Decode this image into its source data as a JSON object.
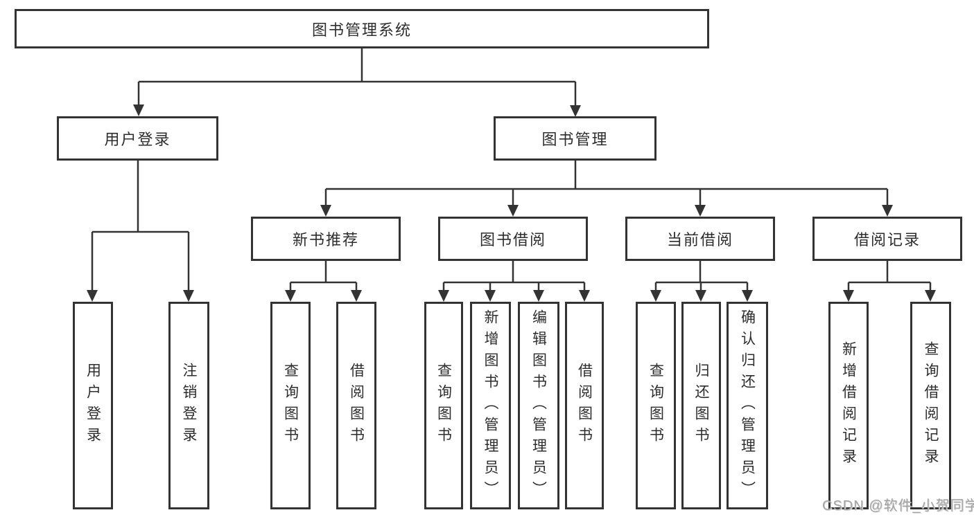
{
  "diagram": {
    "root": "图书管理系统",
    "user_branch": {
      "label": "用户登录",
      "leaves": [
        "用户登录",
        "注销登录"
      ]
    },
    "mgmt_branch": {
      "label": "图书管理",
      "sections": [
        {
          "label": "新书推荐",
          "leaves": [
            "查询图书",
            "借阅图书"
          ]
        },
        {
          "label": "图书借阅",
          "leaves": [
            "查询图书",
            "新增图书（管理员）",
            "编辑图书（管理员）",
            "借阅图书"
          ]
        },
        {
          "label": "当前借阅",
          "leaves": [
            "查询图书",
            "归还图书",
            "确认归还（管理员）"
          ]
        },
        {
          "label": "借阅记录",
          "leaves": [
            "新增借阅记录",
            "查询借阅记录"
          ]
        }
      ]
    }
  },
  "watermark": "CSDN @软件_小贺同学",
  "colors": {
    "line": "#333333",
    "box_border": "#333333",
    "box_bg": "#ffffff",
    "text": "#2d2d2d",
    "watermark": "#a3a3a3"
  }
}
